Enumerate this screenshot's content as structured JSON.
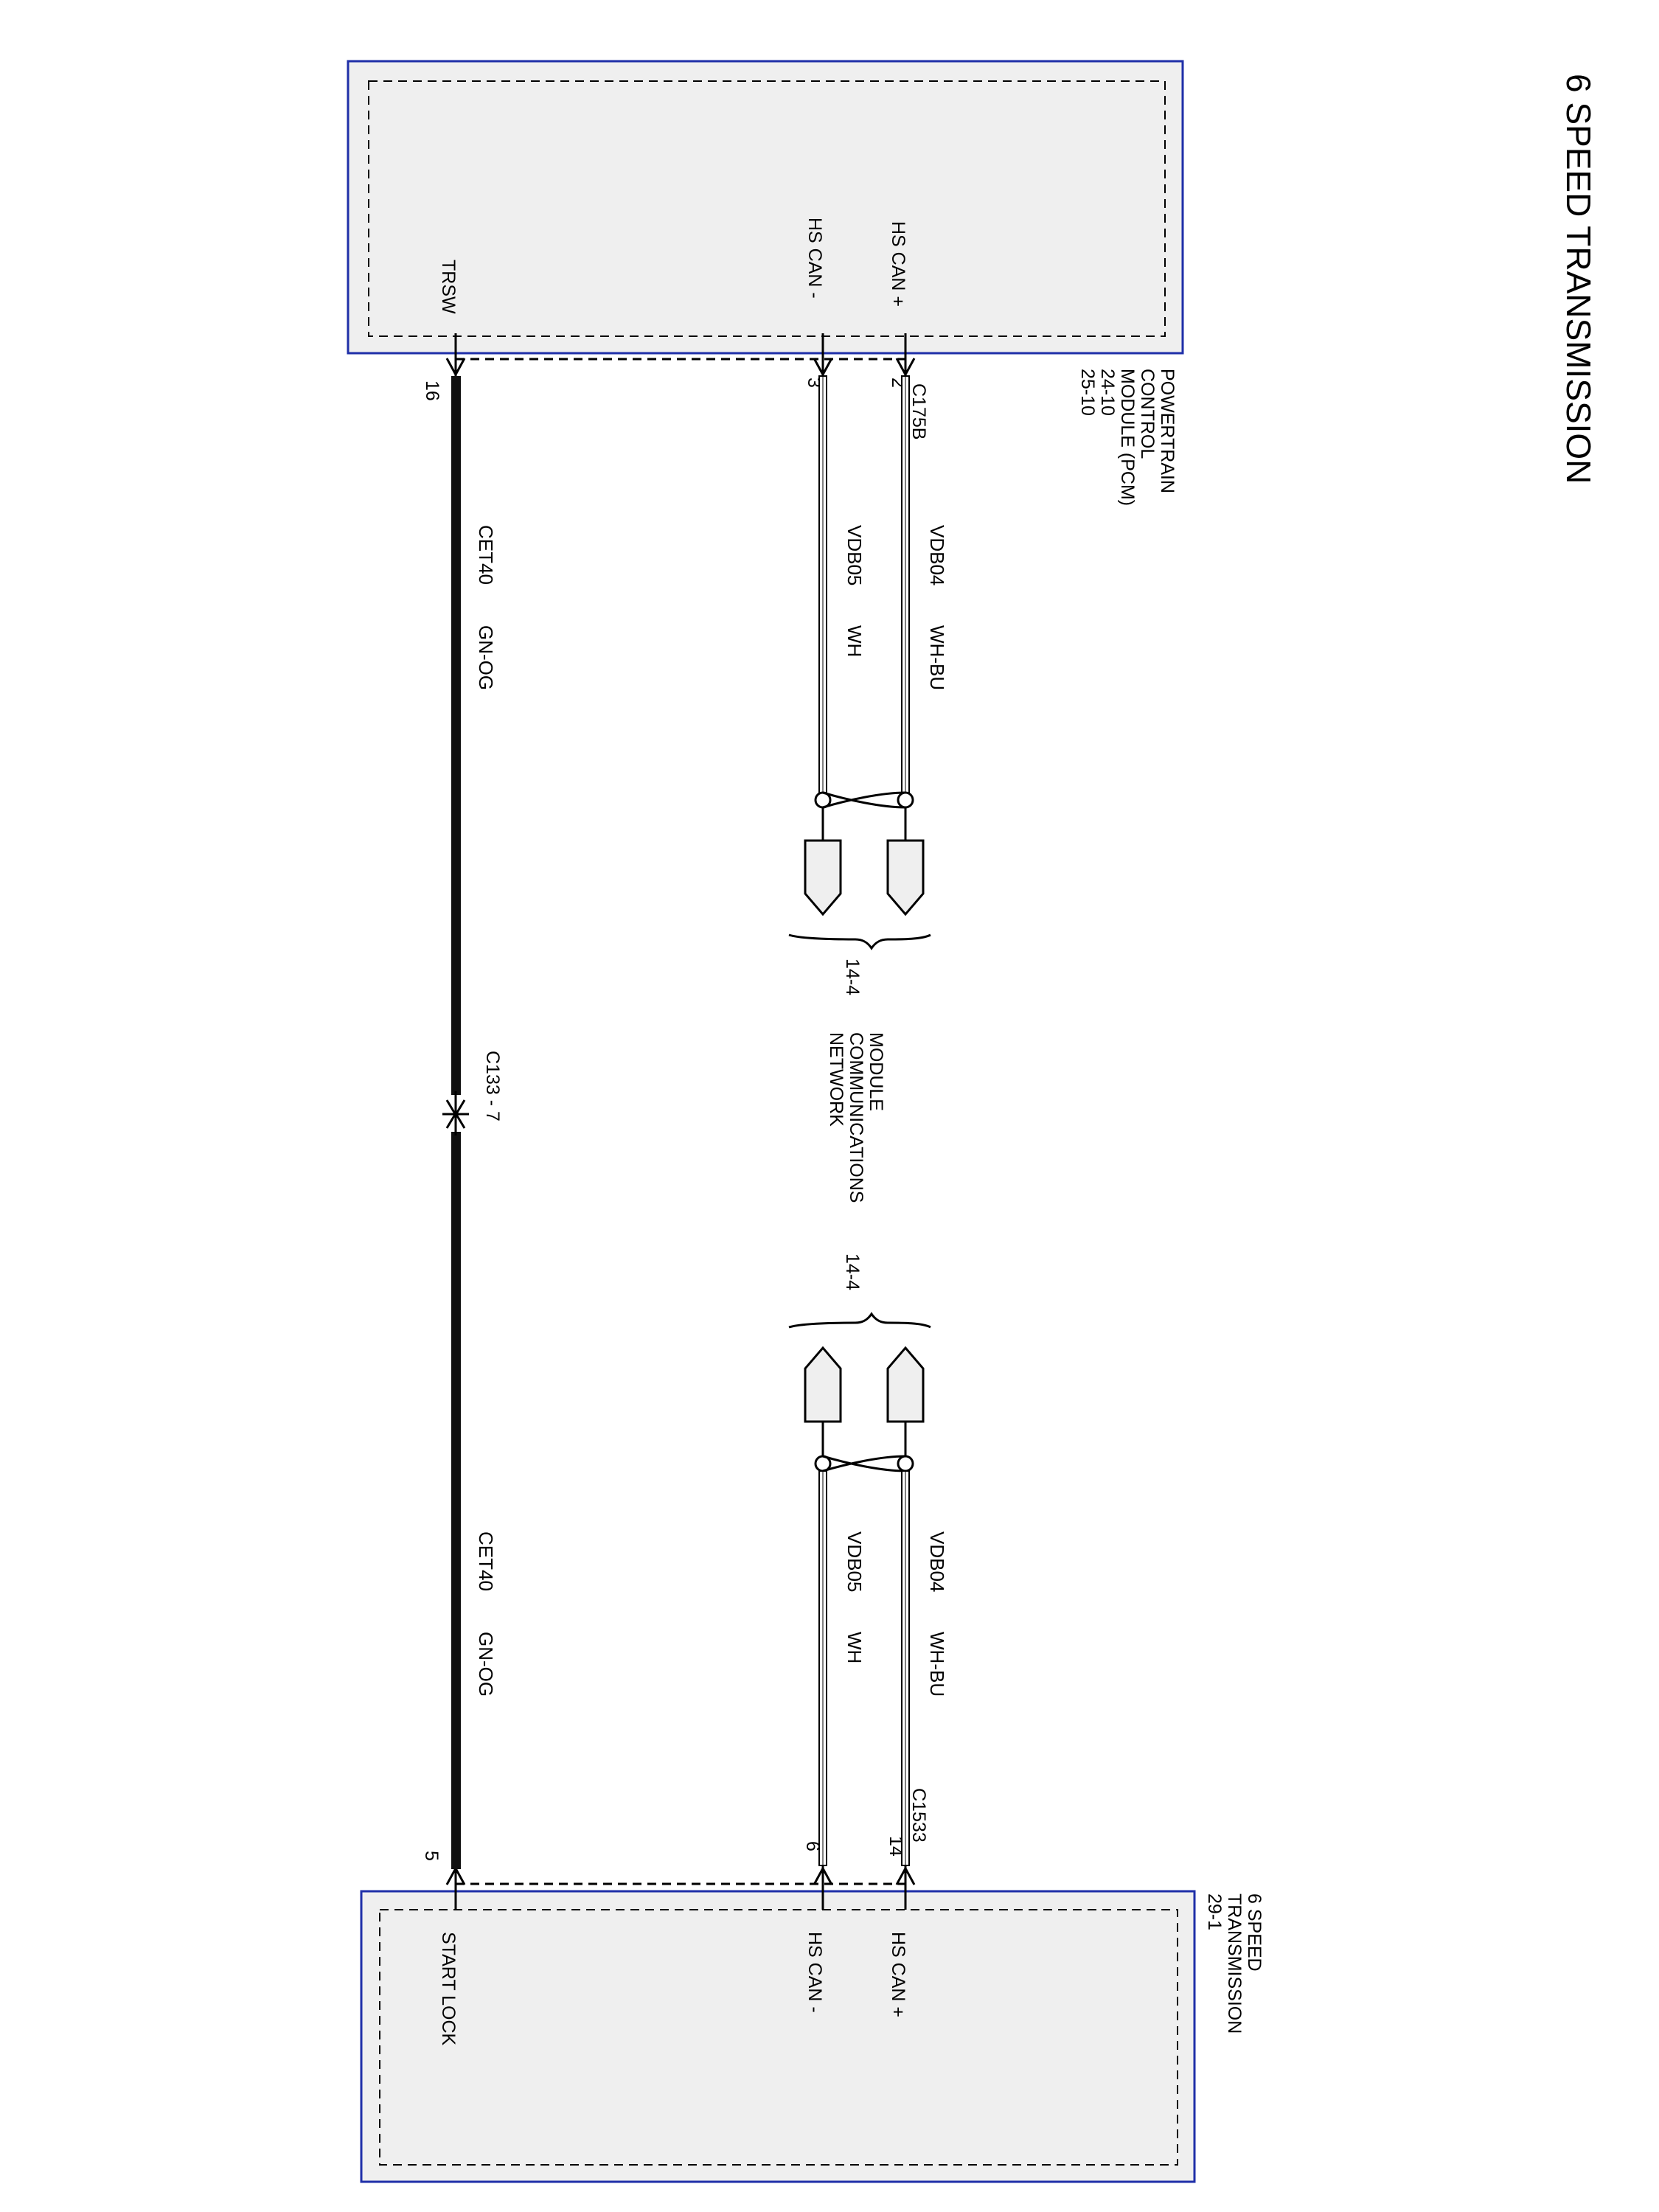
{
  "title": "6 SPEED TRANSMISSION",
  "pcm": {
    "name_lines": [
      "POWERTRAIN",
      "CONTROL",
      "MODULE (PCM)",
      "24-10",
      "25-10"
    ],
    "connector": "C175B",
    "pins": [
      {
        "label": "HS CAN +",
        "pin": "2"
      },
      {
        "label": "HS CAN -",
        "pin": "3"
      },
      {
        "label": "TRSW",
        "pin": "16"
      }
    ]
  },
  "tcm": {
    "name_lines": [
      "6 SPEED",
      "TRANSMISSION",
      "29-1"
    ],
    "connector": "C1533",
    "pins": [
      {
        "label": "HS CAN +",
        "pin": "14"
      },
      {
        "label": "HS CAN -",
        "pin": "6"
      },
      {
        "label": "START LOCK",
        "pin": "5"
      }
    ]
  },
  "wires": {
    "can_plus": {
      "circuit": "VDB04",
      "color": "WH-BU"
    },
    "can_minus": {
      "circuit": "VDB05",
      "color": "WH"
    },
    "trsw": {
      "circuit": "CET40",
      "color": "GN-OG"
    }
  },
  "inline_connector": "C133 - 7",
  "network": {
    "name_lines": [
      "MODULE",
      "COMMUNICATIONS",
      "NETWORK"
    ],
    "ref_top": "14-4",
    "ref_bottom": "14-4"
  },
  "colors": {
    "module_border": "#1f2fa8",
    "module_fill": "#efefef",
    "wire": "#111111",
    "can_wire_fill": "#ffffff"
  }
}
